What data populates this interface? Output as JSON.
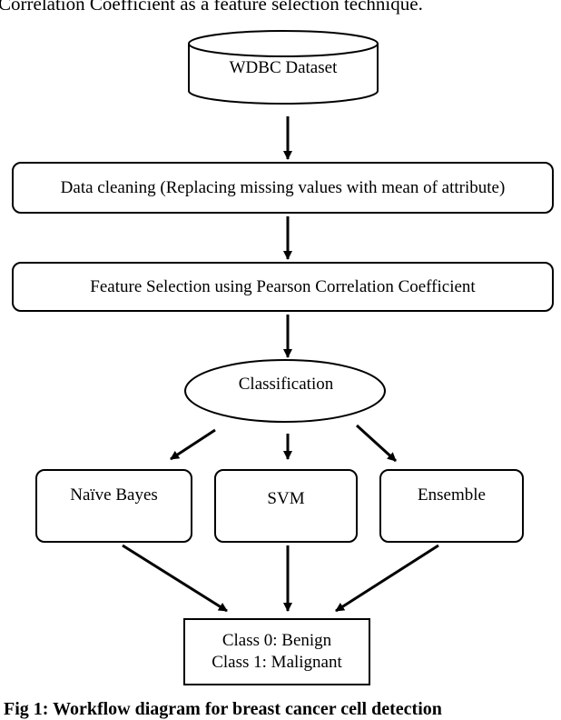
{
  "header_text": "Correlation Coefficient as a feature selection technique.",
  "nodes": {
    "dataset": "WDBC Dataset",
    "cleaning": "Data cleaning (Replacing missing values with mean of attribute)",
    "feature_selection": "Feature Selection using Pearson Correlation Coefficient",
    "classification": "Classification",
    "naive_bayes": "Naïve Bayes",
    "svm": "SVM",
    "ensemble": "Ensemble",
    "class0": "Class 0: Benign",
    "class1": "Class 1: Malignant"
  },
  "caption": "Fig 1: Workflow diagram for breast cancer cell detection"
}
